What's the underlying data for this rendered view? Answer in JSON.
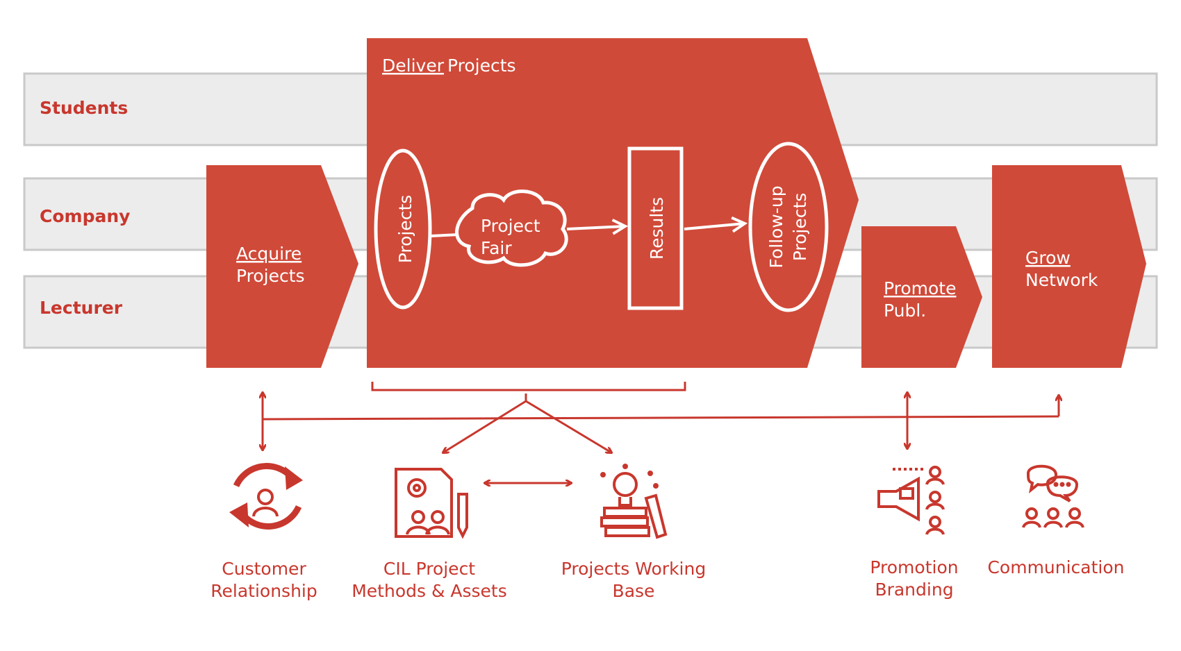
{
  "lanes": [
    "Students",
    "Company",
    "Lecturer"
  ],
  "stages": {
    "acquire": {
      "keyword": "Acquire",
      "rest": "Projects"
    },
    "deliver": {
      "keyword": "Deliver",
      "rest": "Projects"
    },
    "promote": {
      "keyword": "Promote",
      "rest": "Publ."
    },
    "grow": {
      "keyword": "Grow",
      "rest": "Network"
    }
  },
  "deliver_steps": {
    "projects": "Projects",
    "fair_line1": "Project",
    "fair_line2": "Fair",
    "results": "Results",
    "followup_line1": "Follow-up",
    "followup_line2": "Projects"
  },
  "resources": [
    {
      "line1": "Customer",
      "line2": "Relationship",
      "icon": "refresh-person-icon"
    },
    {
      "line1": "CIL Project",
      "line2": "Methods & Assets",
      "icon": "document-gear-people-icon"
    },
    {
      "line1": "Projects Working",
      "line2": "Base",
      "icon": "books-lightbulb-icon"
    },
    {
      "line1": "Promotion",
      "line2": "Branding",
      "icon": "megaphone-people-icon"
    },
    {
      "line1": "Communication",
      "line2": "",
      "icon": "chat-people-icon"
    }
  ],
  "colors": {
    "accent": "#d04a39",
    "lane": "#ececec",
    "lane_border": "#c9c9c9",
    "text_red": "#c8372d"
  }
}
